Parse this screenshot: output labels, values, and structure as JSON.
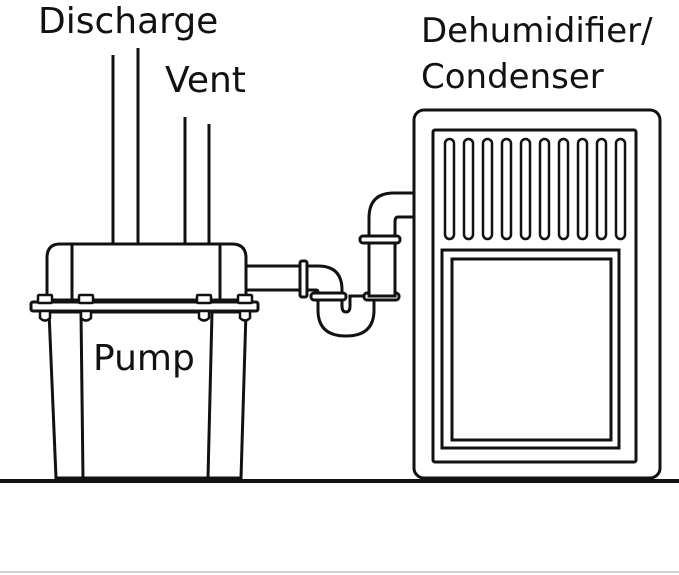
{
  "labels": {
    "discharge": "Discharge",
    "vent": "Vent",
    "dehumidifier_line1": "Dehumidifier/",
    "dehumidifier_line2": "Condenser",
    "pump": "Pump"
  },
  "colors": {
    "stroke": "#111111",
    "fill": "#ffffff",
    "bottom_rule": "#cfcfcf"
  }
}
